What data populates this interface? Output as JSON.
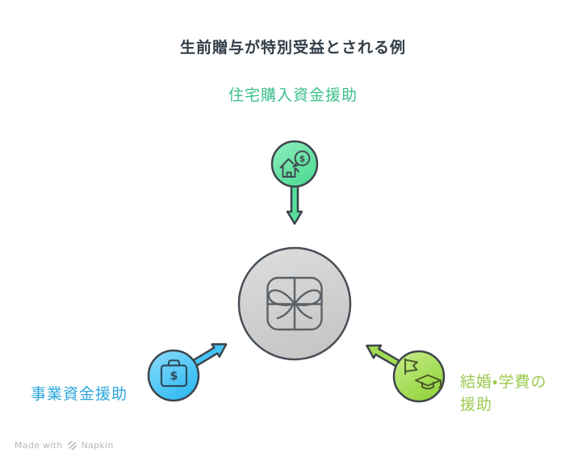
{
  "title": "生前贈与が特別受益とされる例",
  "nodes": {
    "top": {
      "label": "住宅購入資金援助",
      "icon": "house-money-icon",
      "color": "#52DB94",
      "text_color": "#3EC08C"
    },
    "left": {
      "label": "事業資金援助",
      "icon": "briefcase-money-icon",
      "color": "#3CC1F3",
      "text_color": "#2BA7DF"
    },
    "right": {
      "label": "結婚・学費の\n援助",
      "icon": "wedding-graduation-icon",
      "color": "#9BD74B",
      "text_color": "#9CC94F"
    },
    "center": {
      "icon": "gift-icon",
      "color": "#D2D2D2"
    }
  },
  "symbols": {
    "dollar": "$"
  },
  "colors": {
    "outline": "#3D444C",
    "title_text": "#333E49",
    "watermark_text": "#B5B9BF",
    "background": "#FFFFFF"
  },
  "watermark": {
    "prefix": "Made with",
    "brand": "Napkin"
  }
}
